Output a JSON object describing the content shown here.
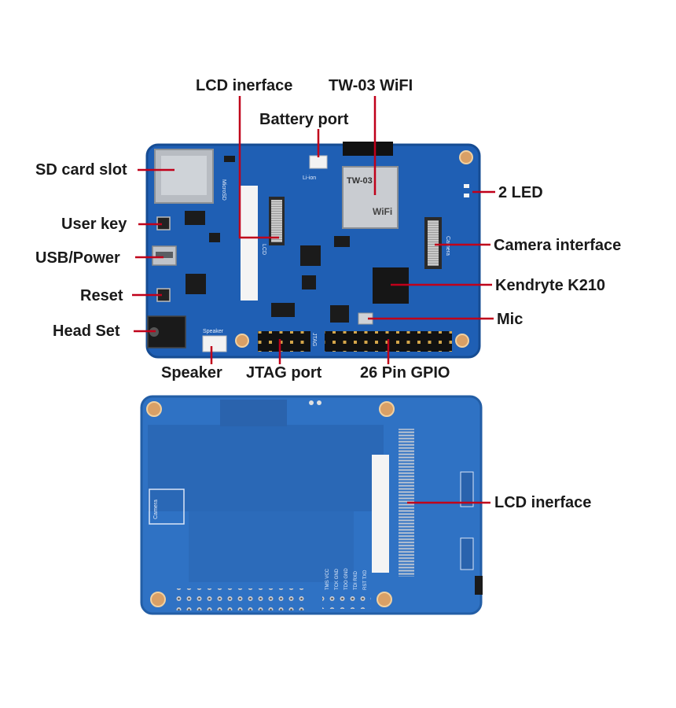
{
  "colors": {
    "board": "#1f5fb4",
    "board_dark": "#17488c",
    "board_back": "#2f72c4",
    "leader": "#c0001a",
    "label_text": "#1a1a1a",
    "mounting_hole": "#d9a066"
  },
  "top_board": {
    "silkscreen": {
      "micro_sd": "MicroSD",
      "lcd": "LCD",
      "camera": "Camera",
      "speaker": "Speaker",
      "jtag": "JTAG",
      "li_ion": "Li-ion",
      "wifi_module": "TW-03",
      "wifi_mark": "WiFi"
    },
    "labels": {
      "lcd_interface": "LCD inerface",
      "tw03_wifi": "TW-03 WiFI",
      "battery_port": "Battery port",
      "sd_card_slot": "SD card slot",
      "user_key": "User key",
      "usb_power": "USB/Power",
      "reset": "Reset",
      "head_set": "Head Set",
      "two_led": "2 LED",
      "camera_interface": "Camera interface",
      "kendryte_k210": "Kendryte K210",
      "mic": "Mic",
      "speaker": "Speaker",
      "jtag_port": "JTAG port",
      "gpio_26": "26 Pin GPIO"
    }
  },
  "bottom_board": {
    "silkscreen": {
      "camera": "Camera",
      "pins_row1": "TMS VCC",
      "pins_row2": "TCK GND",
      "pins_row3": "TDO GND",
      "pins_row4": "TDI RXD",
      "pins_row5": "RST TXD"
    },
    "labels": {
      "lcd_interface": "LCD inerface"
    }
  }
}
